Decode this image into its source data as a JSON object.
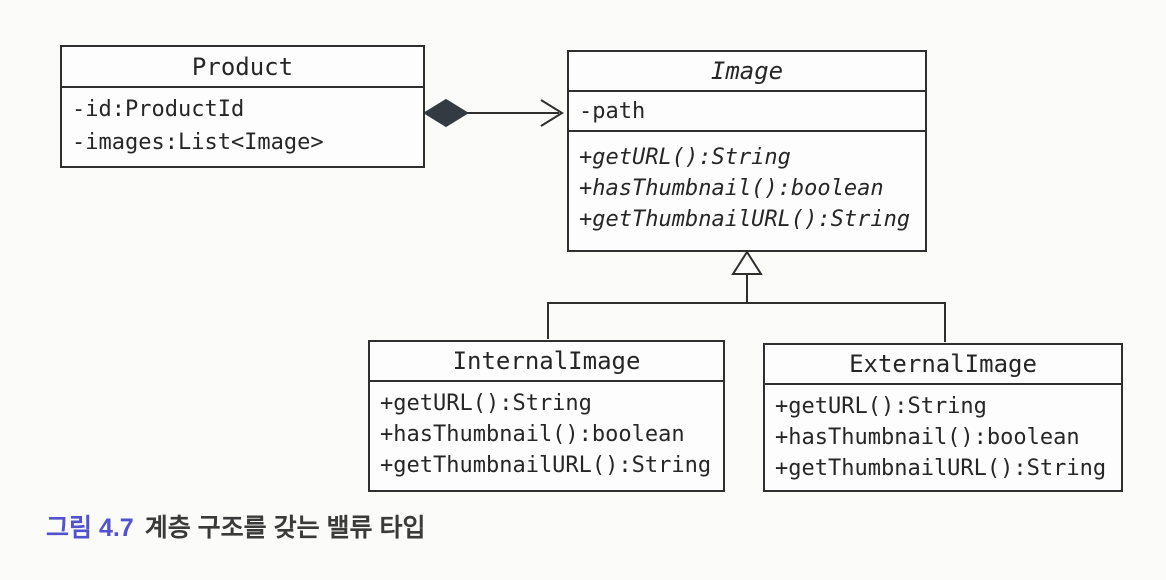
{
  "diagram": {
    "type": "uml-class-diagram",
    "classes": [
      {
        "name": "Product",
        "abstract": false,
        "attributes": [
          "-id:ProductId",
          "-images:List<Image>"
        ],
        "methods": []
      },
      {
        "name": "Image",
        "abstract": true,
        "attributes": [
          "-path"
        ],
        "methods": [
          "+getURL():String",
          "+hasThumbnail():boolean",
          "+getThumbnailURL():String"
        ]
      },
      {
        "name": "InternalImage",
        "abstract": false,
        "attributes": [],
        "methods": [
          "+getURL():String",
          "+hasThumbnail():boolean",
          "+getThumbnailURL():String"
        ]
      },
      {
        "name": "ExternalImage",
        "abstract": false,
        "attributes": [],
        "methods": [
          "+getURL():String",
          "+hasThumbnail():boolean",
          "+getThumbnailURL():String"
        ]
      }
    ],
    "relationships": [
      {
        "type": "composition",
        "from": "Product",
        "to": "Image"
      },
      {
        "type": "generalization",
        "from": "InternalImage",
        "to": "Image"
      },
      {
        "type": "generalization",
        "from": "ExternalImage",
        "to": "Image"
      }
    ]
  },
  "caption": {
    "label": "그림 4.7",
    "text": "계층 구조를 갖는 밸류 타입"
  },
  "colors": {
    "caption_label": "#5351cf",
    "caption_text": "#3a3a3a",
    "line": "#2f2f2f",
    "text": "#262626",
    "diamond_fill": "#333a42",
    "background": "#fbfbf9",
    "box_background": "#fdfdfd"
  }
}
